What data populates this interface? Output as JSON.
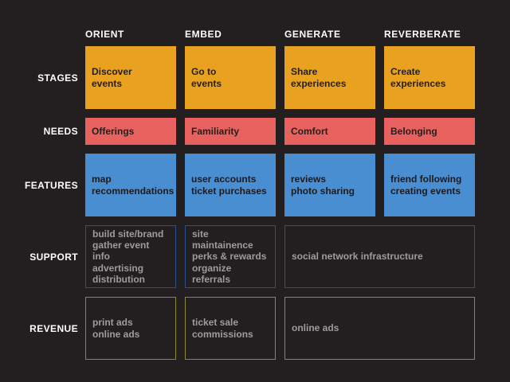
{
  "title": "service blueprint matrix",
  "colors": {
    "background": "#231F20",
    "stages_fill": "#E9A21F",
    "needs_fill": "#E7625F",
    "features_fill": "#4A8ED2",
    "support_border": "#27538C",
    "revenue_border": "#8E8B2E",
    "label_text": "#FFFFFF",
    "muted_text": "#9C9C9E",
    "dark_text": "#231F20"
  },
  "columns": [
    {
      "label": "ORIENT"
    },
    {
      "label": "EMBED"
    },
    {
      "label": "GENERATE"
    },
    {
      "label": "REVERBERATE"
    }
  ],
  "rows": [
    {
      "label": "STAGES",
      "cells": [
        {
          "text": "Discover\nevents"
        },
        {
          "text": "Go to\nevents"
        },
        {
          "text": "Share\nexperiences"
        },
        {
          "text": "Create\nexperiences"
        }
      ]
    },
    {
      "label": "NEEDS",
      "cells": [
        {
          "text": "Offerings"
        },
        {
          "text": "Familiarity"
        },
        {
          "text": "Comfort"
        },
        {
          "text": "Belonging"
        }
      ]
    },
    {
      "label": "FEATURES",
      "cells": [
        {
          "text": "map\nrecommendations"
        },
        {
          "text": "user accounts\nticket purchases"
        },
        {
          "text": "reviews\nphoto sharing"
        },
        {
          "text": "friend following\ncreating events"
        }
      ]
    },
    {
      "label": "SUPPORT",
      "cells": [
        {
          "text": "build site/brand\ngather event info\nadvertising\ndistribution"
        },
        {
          "text": "site maintainence\nperks & rewards\norganize referrals"
        },
        {
          "text": "social network infrastructure",
          "span": "generate+reverberate"
        }
      ]
    },
    {
      "label": "REVENUE",
      "cells": [
        {
          "text": "print ads\nonline ads"
        },
        {
          "text": "ticket sale\ncommissions"
        },
        {
          "text": "online ads",
          "span": "generate+reverberate"
        }
      ]
    }
  ]
}
